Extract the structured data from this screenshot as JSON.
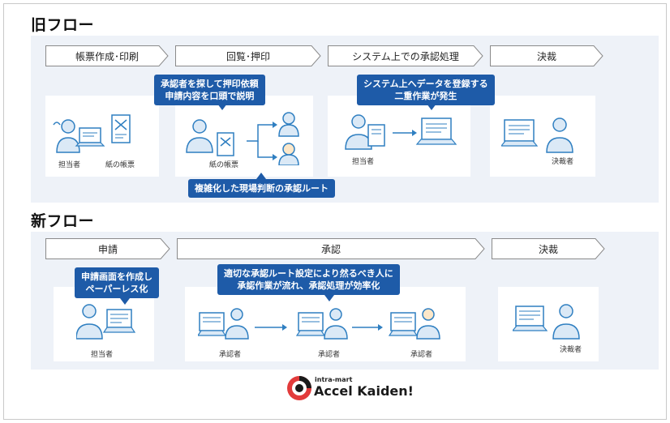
{
  "old_flow": {
    "title": "旧フロー",
    "steps": [
      "帳票作成･印刷",
      "回覧･押印",
      "システム上での承認処理",
      "決裁"
    ],
    "callouts": {
      "top_left": [
        "承認者を探して押印依頼",
        "申請内容を口頭で説明"
      ],
      "top_right": [
        "システム上へデータを登録する",
        "二重作業が発生"
      ],
      "bottom": [
        "複雑化した現場判断の承認ルート"
      ]
    },
    "captions": {
      "person": "担当者",
      "paper_form": "紙の帳票",
      "paper_form2": "紙の帳票",
      "system_person": "担当者",
      "approver": "決裁者"
    }
  },
  "new_flow": {
    "title": "新フロー",
    "steps": [
      "申請",
      "承認",
      "決裁"
    ],
    "callouts": {
      "left": [
        "申請画面を作成し",
        "ペーパーレス化"
      ],
      "center": [
        "適切な承認ルート設定により然るべき人に",
        "承認作業が流れ、承認処理が効率化"
      ]
    },
    "captions": {
      "person": "担当者",
      "approver1": "承認者",
      "approver2": "承認者",
      "approver3": "承認者",
      "final": "決裁者"
    }
  },
  "logo": {
    "small": "intra-mart",
    "main": "Accel Kaiden!"
  },
  "colors": {
    "accent": "#1e5ba8",
    "icon_blue": "#2f7fc1",
    "band": "#eef2f8"
  }
}
